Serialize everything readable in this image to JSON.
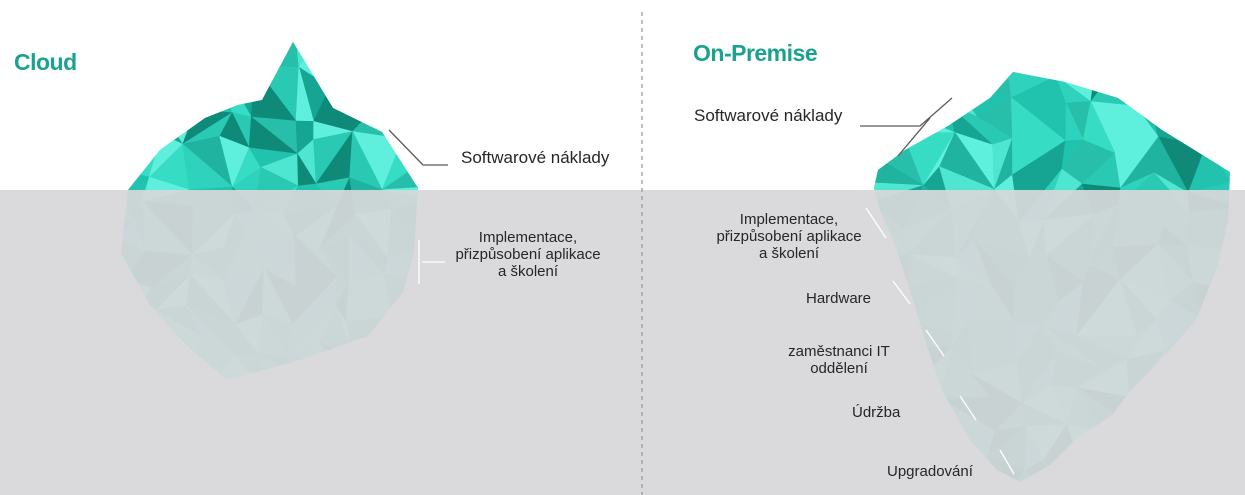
{
  "colors": {
    "accent": "#1aa291",
    "water": "#d7d7d9",
    "divider": "#9a9a9a",
    "leader": "#5a5a5a",
    "leader_underwater": "#ffffff"
  },
  "cloud": {
    "title": "Cloud",
    "labels": {
      "software": "Softwarové náklady",
      "implementation": [
        "Implementace,",
        "přizpůsobení aplikace",
        "a školení"
      ]
    }
  },
  "on_premise": {
    "title": "On-Premise",
    "labels": {
      "software": "Softwarové náklady",
      "implementation": [
        "Implementace,",
        "přizpůsobení aplikace",
        "a školení"
      ],
      "hardware": "Hardware",
      "it_staff": [
        "zaměstnanci IT",
        "oddělení"
      ],
      "maintenance": "Údržba",
      "upgrades": "Upgradování"
    }
  }
}
